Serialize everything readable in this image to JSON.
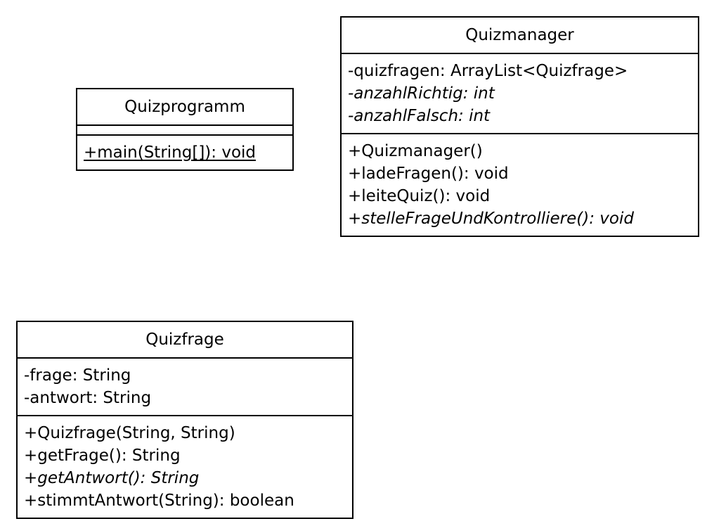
{
  "diagram": {
    "background_color": "#ffffff",
    "border_color": "#000000",
    "text_color": "#000000",
    "classes": [
      {
        "name": "Quizprogramm",
        "attributes": [],
        "methods": [
          {
            "text": "+main(String[]): void",
            "italic": false,
            "static": true
          }
        ]
      },
      {
        "name": "Quizmanager",
        "attributes": [
          {
            "text": "-quizfragen: ArrayList<Quizfrage>",
            "italic": false,
            "static": false
          },
          {
            "text": "-anzahlRichtig: int",
            "italic": true,
            "static": false
          },
          {
            "text": "-anzahlFalsch: int",
            "italic": true,
            "static": false
          }
        ],
        "methods": [
          {
            "text": "+Quizmanager()",
            "italic": false,
            "static": false
          },
          {
            "text": "+ladeFragen(): void",
            "italic": false,
            "static": false
          },
          {
            "text": "+leiteQuiz(): void",
            "italic": false,
            "static": false
          },
          {
            "text": "+stelleFrageUndKontrolliere(): void",
            "italic": true,
            "static": false
          }
        ]
      },
      {
        "name": "Quizfrage",
        "attributes": [
          {
            "text": "-frage: String",
            "italic": false,
            "static": false
          },
          {
            "text": "-antwort: String",
            "italic": false,
            "static": false
          }
        ],
        "methods": [
          {
            "text": "+Quizfrage(String, String)",
            "italic": false,
            "static": false
          },
          {
            "text": "+getFrage(): String",
            "italic": false,
            "static": false
          },
          {
            "text": "+getAntwort(): String",
            "italic": true,
            "static": false
          },
          {
            "text": "+stimmtAntwort(String): boolean",
            "italic": false,
            "static": false
          }
        ]
      }
    ]
  }
}
